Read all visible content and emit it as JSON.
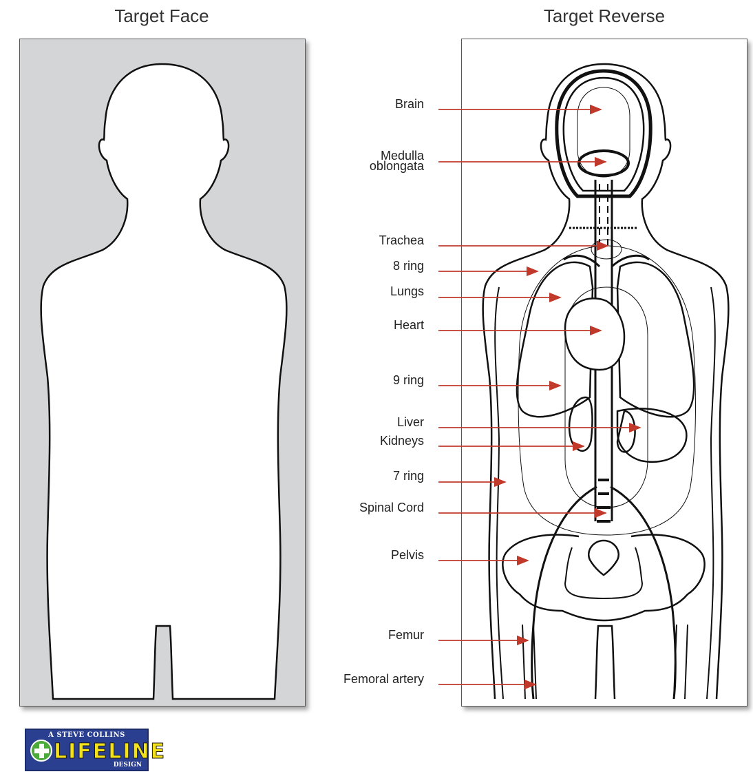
{
  "titles": {
    "face": "Target Face",
    "reverse": "Target Reverse"
  },
  "labels": [
    {
      "id": "brain",
      "text": "Brain"
    },
    {
      "id": "medulla",
      "text": "Medulla\noblongata"
    },
    {
      "id": "trachea",
      "text": "Trachea"
    },
    {
      "id": "ring8",
      "text": "8 ring"
    },
    {
      "id": "lungs",
      "text": "Lungs"
    },
    {
      "id": "heart",
      "text": "Heart"
    },
    {
      "id": "ring9",
      "text": "9 ring"
    },
    {
      "id": "liver",
      "text": "Liver"
    },
    {
      "id": "kidneys",
      "text": "Kidneys"
    },
    {
      "id": "ring7",
      "text": "7 ring"
    },
    {
      "id": "spinal",
      "text": "Spinal Cord"
    },
    {
      "id": "pelvis",
      "text": "Pelvis"
    },
    {
      "id": "femur",
      "text": "Femur"
    },
    {
      "id": "femoral",
      "text": "Femoral artery"
    }
  ],
  "logo": {
    "top": "A STEVE COLLINS",
    "main": "LIFELINE",
    "bottom": "DESIGN"
  },
  "colors": {
    "arrow": "#c0392b",
    "face_background": "#d3d5d6",
    "outline": "#111111"
  }
}
